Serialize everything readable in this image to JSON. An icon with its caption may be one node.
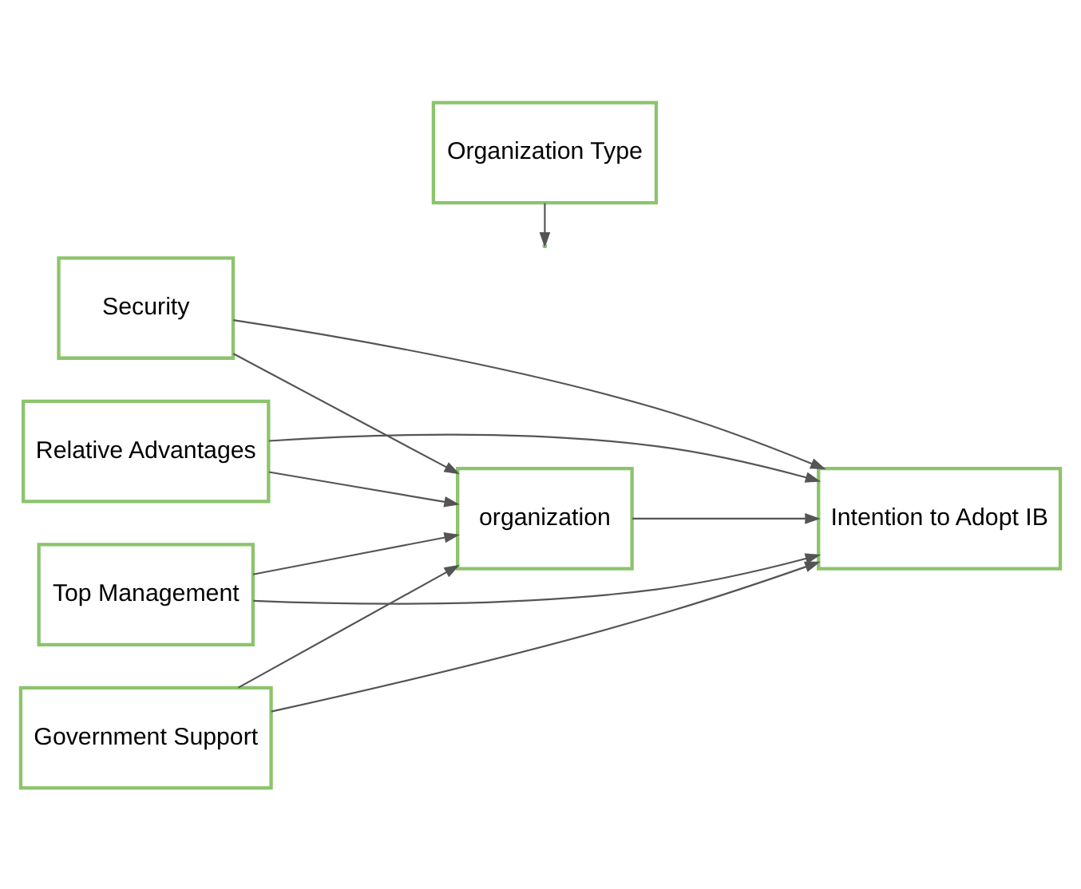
{
  "diagram": {
    "nodes": [
      {
        "text": [
          "organization"
        ]
      },
      {
        "text": [
          "Security"
        ]
      },
      {
        "text": [
          "Relative Advantages"
        ]
      },
      {
        "text": [
          "Top Management"
        ]
      },
      {
        "text": [
          "Government Support"
        ]
      },
      {
        "text": [
          "Intention to Adopt IB"
        ]
      },
      {
        "text": [
          "Organization Type"
        ]
      }
    ],
    "edges": [
      {
        "from": 1,
        "to": 0,
        "arrow": "to"
      },
      {
        "from": 2,
        "to": 0,
        "arrow": "to"
      },
      {
        "from": 3,
        "to": 0,
        "arrow": "to"
      },
      {
        "from": 4,
        "to": 0,
        "arrow": "to"
      },
      {
        "from": 0,
        "to": 5,
        "arrow": "to"
      },
      {
        "from": 1,
        "to": 5,
        "arrow": "to"
      },
      {
        "from": 2,
        "to": 5,
        "arrow": "to"
      },
      {
        "from": 3,
        "to": 5,
        "arrow": "to"
      },
      {
        "from": 4,
        "to": 5,
        "arrow": "to"
      },
      {
        "from": 6,
        "to": null,
        "arrow": "to"
      }
    ]
  }
}
